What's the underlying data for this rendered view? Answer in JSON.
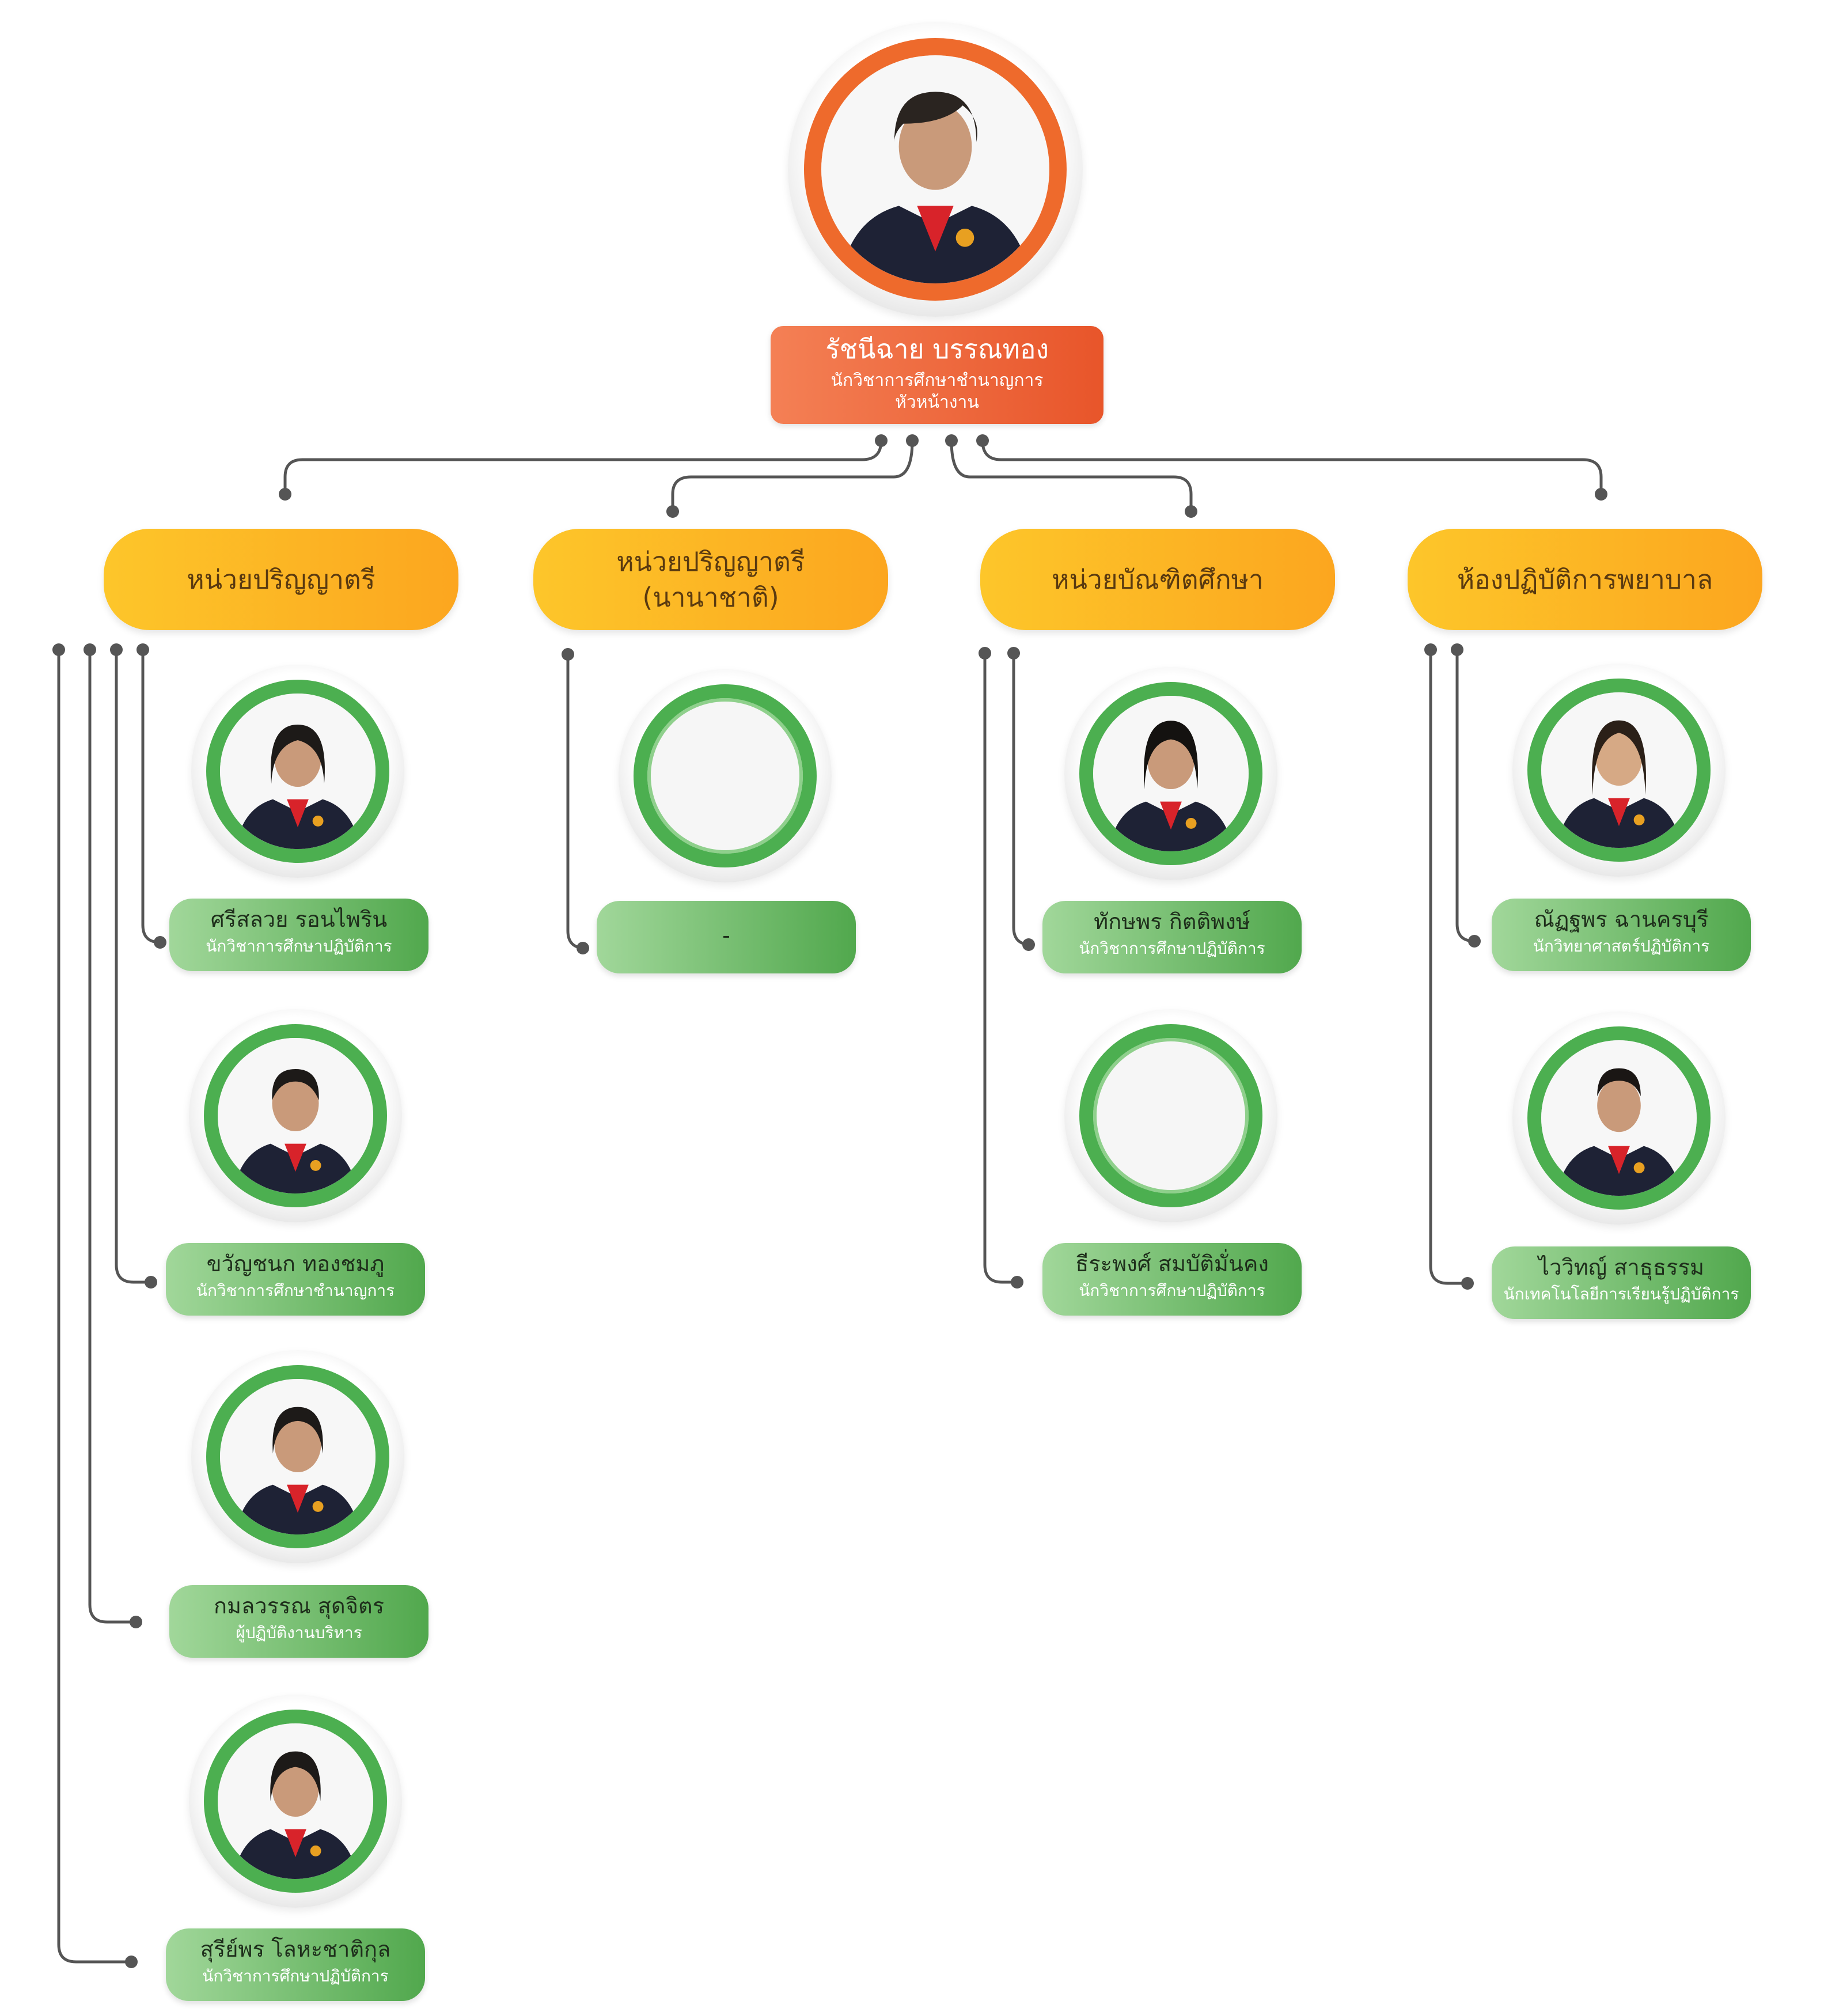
{
  "colors": {
    "head_accent": "#ee6a2c",
    "department_accent": "#fdb625",
    "member_accent": "#4caf50",
    "connector": "#555555"
  },
  "head": {
    "name": "รัชนีฉาย บรรณทอง",
    "title": "นักวิชาการศึกษาชำนาญการ",
    "role": "หัวหน้างาน",
    "photo": "portrait-woman"
  },
  "departments": [
    {
      "line1": "หน่วยปริญญาตรี",
      "line2": "",
      "members": [
        {
          "name": "ศรีสลวย รอนไพริน",
          "title": "นักวิชาการศึกษาปฏิบัติการ",
          "photo": "portrait-woman"
        },
        {
          "name": "ขวัญชนก ทองชมภู",
          "title": "นักวิชาการศึกษาชำนาญการ",
          "photo": "portrait-woman"
        },
        {
          "name": "กมลวรรณ สุดจิตร",
          "title": "ผู้ปฏิบัติงานบริหาร",
          "photo": "portrait-woman"
        },
        {
          "name": "สุรีย์พร โลหะชาติกุล",
          "title": "นักวิชาการศึกษาปฏิบัติการ",
          "photo": "portrait-woman"
        }
      ]
    },
    {
      "line1": "หน่วยปริญญาตรี",
      "line2": "(นานาชาติ)",
      "members": [
        {
          "name": "",
          "title": "",
          "placeholder": "-",
          "photo": "empty"
        }
      ]
    },
    {
      "line1": "หน่วยบัณฑิตศึกษา",
      "line2": "",
      "members": [
        {
          "name": "ทักษพร กิตติพงษ์",
          "title": "นักวิชาการศึกษาปฏิบัติการ",
          "photo": "portrait-woman"
        },
        {
          "name": "ธีระพงศ์ สมบัติมั่นคง",
          "title": "นักวิชาการศึกษาปฏิบัติการ",
          "photo": "empty"
        }
      ]
    },
    {
      "line1": "ห้องปฏิบัติการพยาบาล",
      "line2": "",
      "members": [
        {
          "name": "ณัฏฐพร ฉานครบุรี",
          "title": "นักวิทยาศาสตร์ปฏิบัติการ",
          "photo": "portrait-woman"
        },
        {
          "name": "ไววิทญ์ สาธุธรรม",
          "title": "นักเทคโนโลยีการเรียนรู้ปฏิบัติการ",
          "photo": "portrait-man"
        }
      ]
    }
  ]
}
